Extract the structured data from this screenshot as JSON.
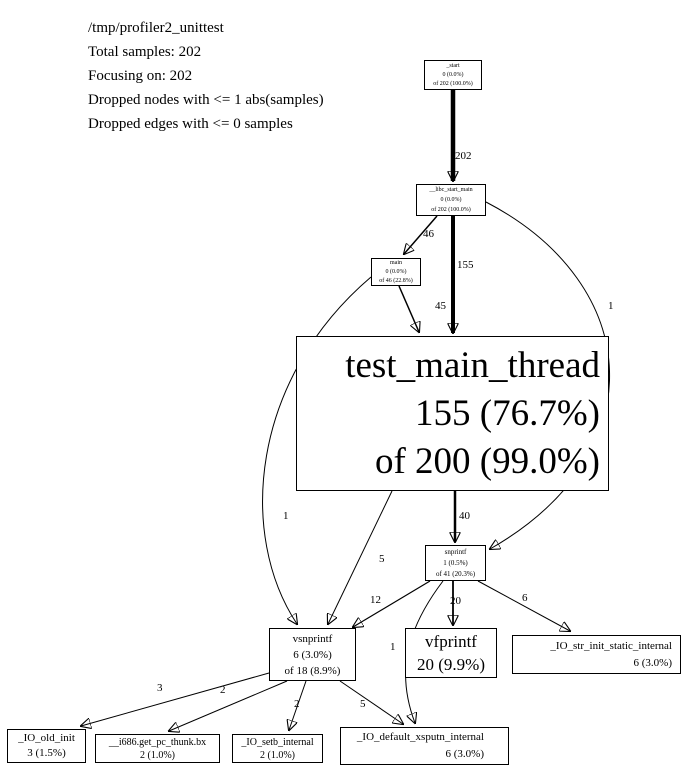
{
  "header": {
    "path": "/tmp/profiler2_unittest",
    "total_samples": "Total samples: 202",
    "focusing": "Focusing on: 202",
    "dropped_nodes": "Dropped nodes with <= 1 abs(samples)",
    "dropped_edges": "Dropped edges with <= 0 samples"
  },
  "nodes": {
    "start": {
      "name": "_start",
      "self": "0 (0.0%)",
      "total": "of 202 (100.0%)"
    },
    "libc": {
      "name": "__libc_start_main",
      "self": "0 (0.0%)",
      "total": "of 202 (100.0%)"
    },
    "main": {
      "name": "main",
      "self": "0 (0.0%)",
      "total": "of 46 (22.8%)"
    },
    "tmt": {
      "name": "test_main_thread",
      "self": "155 (76.7%)",
      "total": "of 200 (99.0%)"
    },
    "snprintf": {
      "name": "snprintf",
      "self": "1 (0.5%)",
      "total": "of 41 (20.3%)"
    },
    "vsnprintf": {
      "name": "vsnprintf",
      "self": "6 (3.0%)",
      "total": "of 18 (8.9%)"
    },
    "vfprintf": {
      "name": "vfprintf",
      "self": "20 (9.9%)"
    },
    "iostr": {
      "name": "_IO_str_init_static_internal",
      "self": "6 (3.0%)"
    },
    "ioold": {
      "name": "_IO_old_init",
      "self": "3 (1.5%)"
    },
    "i686": {
      "name": "__i686.get_pc_thunk.bx",
      "self": "2 (1.0%)"
    },
    "iosetb": {
      "name": "_IO_setb_internal",
      "self": "2 (1.0%)"
    },
    "ioxsputn": {
      "name": "_IO_default_xsputn_internal",
      "self": "6 (3.0%)"
    }
  },
  "edge_labels": {
    "start_libc": "202",
    "libc_main": "46",
    "libc_tmt": "155",
    "libc_snprintf": "1",
    "main_tmt": "45",
    "main_vsnprintf": "1",
    "tmt_snprintf": "40",
    "tmt_vsnprintf": "5",
    "snprintf_vsnprintf": "12",
    "snprintf_vfprintf": "20",
    "snprintf_iostr": "6",
    "snprintf_xsputn": "1",
    "vsnprintf_ioold": "3",
    "vsnprintf_i686": "2",
    "vsnprintf_iosetb": "2",
    "vsnprintf_xsputn": "5"
  }
}
